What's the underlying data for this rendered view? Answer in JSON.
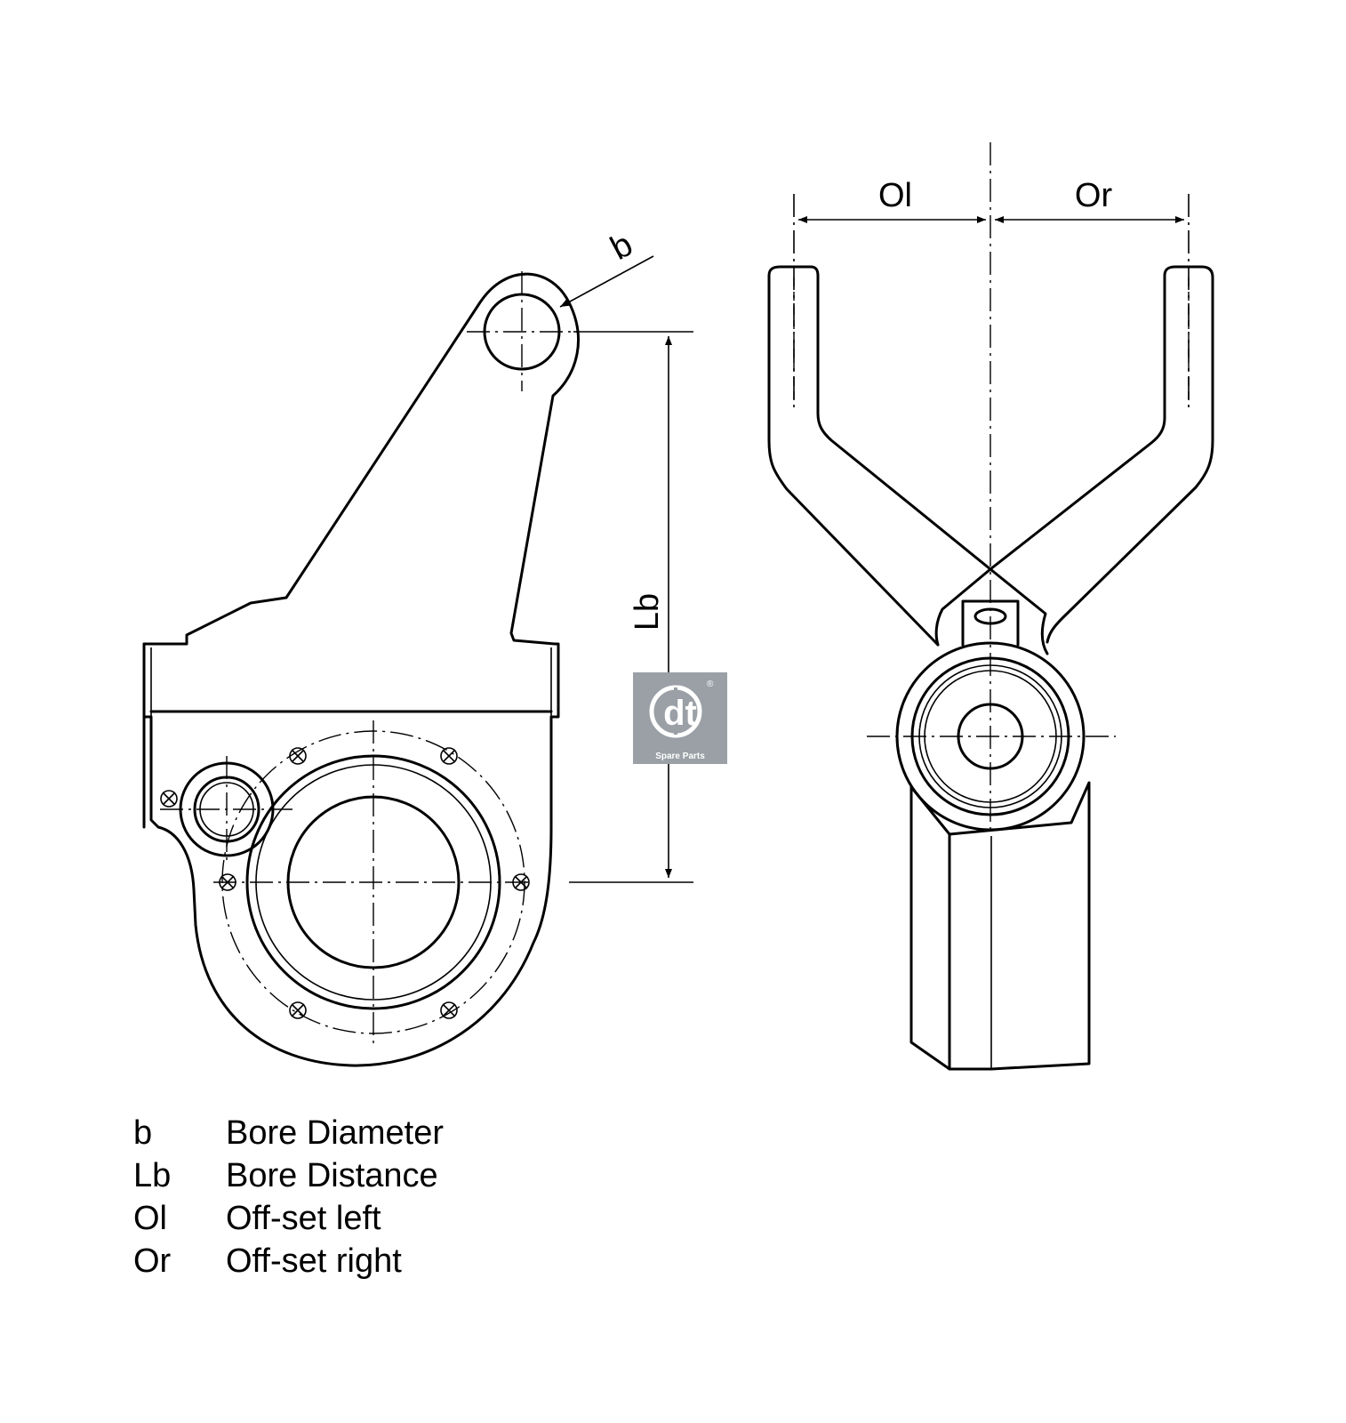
{
  "dimensions": {
    "b": "b",
    "Lb": "Lb",
    "Ol": "Ol",
    "Or": "Or"
  },
  "legend": [
    {
      "key": "b",
      "description": "Bore Diameter"
    },
    {
      "key": "Lb",
      "description": "Bore Distance"
    },
    {
      "key": "Ol",
      "description": "Off-set left"
    },
    {
      "key": "Or",
      "description": "Off-set right"
    }
  ],
  "logo": {
    "mark": "dt",
    "caption": "Spare Parts",
    "registered": "®",
    "color": "#9aa0a6"
  }
}
